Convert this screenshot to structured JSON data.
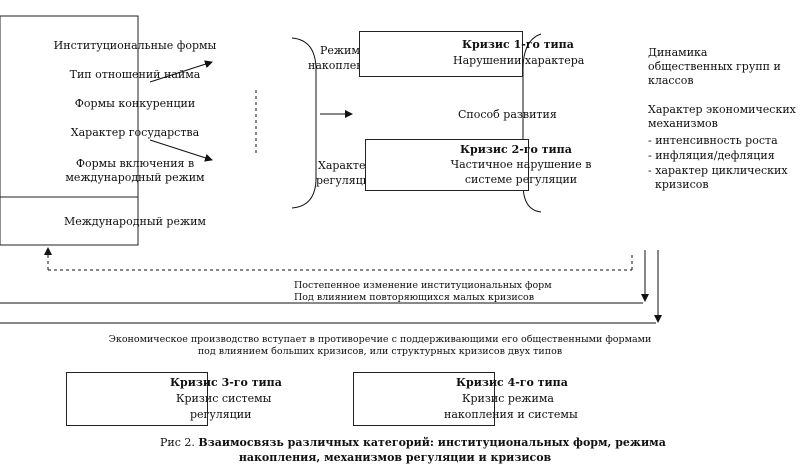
{
  "left_panel": {
    "items": [
      "Институциональные формы",
      "Тип отношений найма",
      "Формы конкуренции",
      "Характер государства",
      "Формы включения в",
      "международный режим"
    ],
    "bottom_item": "Международный режим"
  },
  "middle": {
    "regime_line1": "Режим",
    "regime_line2": "накоплен",
    "regulation_line1": "Характе",
    "regulation_line2": "регуляци",
    "development_path": "Способ развития"
  },
  "crisis1": {
    "title": "Кризис 1-го типа",
    "text": "Нарушении характера"
  },
  "crisis2": {
    "title": "Кризис 2-го типа",
    "line1": "Частичное нарушение в",
    "line2": "системе регуляции"
  },
  "right_panel": {
    "dynamics": [
      "Динамика",
      "общественных групп и",
      "классов"
    ],
    "mechanisms": [
      "Характер экономических",
      "механизмов"
    ],
    "bullets": [
      "- интенсивность роста",
      "- инфляция/дефляция",
      "- характер циклических",
      "  кризисов"
    ]
  },
  "feedback": {
    "line1": "Постепенное изменение институциональных форм",
    "line2": "Под влиянием повторяющихся малых кризисов"
  },
  "contradiction": {
    "line1": "Экономическое производство вступает в противоречие с поддерживающими его общественными формами",
    "line2": "под влиянием больших кризисов, или структурных кризисов двух типов"
  },
  "crisis3": {
    "title": "Кризис 3-го типа",
    "line1": "Кризис системы",
    "line2": "регуляции"
  },
  "crisis4": {
    "title": "Кризис 4-го типа",
    "line1": "Кризис режима",
    "line2": "накопления и системы"
  },
  "caption": {
    "prefix": "Рис 2. ",
    "line1": "Взаимосвязь различных категорий: институциональных форм, режима",
    "line2": "накопления, механизмов регуляции и кризисов"
  }
}
